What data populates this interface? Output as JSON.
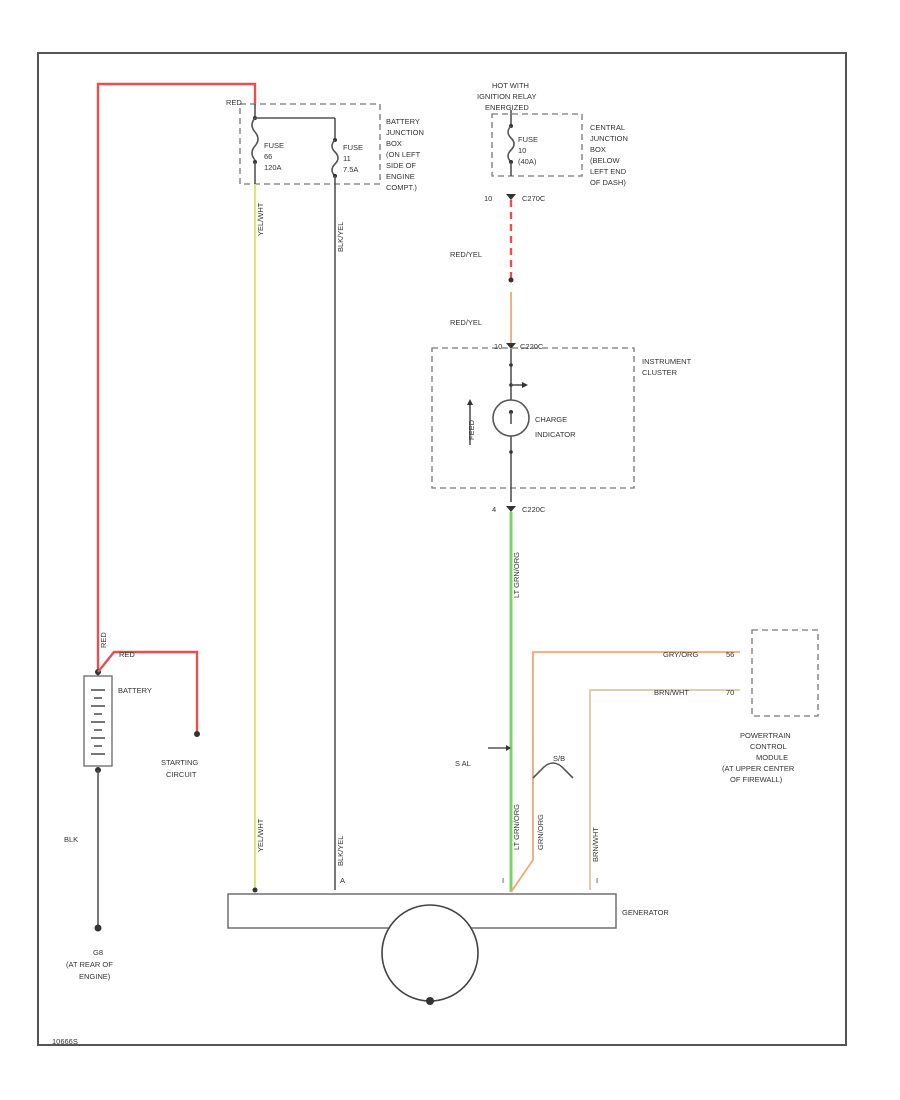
{
  "labels": {
    "battery_junction_box": [
      "BATTERY",
      "JUNCTION",
      "BOX",
      "(ON LEFT",
      "SIDE OF",
      "ENGINE",
      "COMPT.)"
    ],
    "hot_with_ignition": [
      "HOT WITH",
      "IGNITION RELAY",
      "ENERGIZED"
    ],
    "central_junction_box": [
      "CENTRAL",
      "JUNCTION",
      "BOX",
      "(BELOW",
      "LEFT END",
      "OF DASH)"
    ],
    "instrument_cluster": [
      "INSTRUMENT",
      "CLUSTER"
    ],
    "charge_indicator": [
      "CHARGE",
      "INDICATOR"
    ],
    "battery": "BATTERY",
    "starting_circuit": [
      "STARTING",
      "CIRCUIT"
    ],
    "ground": [
      "G8",
      "(AT REAR OF",
      "ENGINE)"
    ],
    "generator": "GENERATOR",
    "powertrain_control_module": [
      "POWERTRAIN",
      "CONTROL",
      "MODULE",
      "(AT UPPER CENTER",
      "OF FIREWALL)"
    ],
    "diagram_id": "10666S"
  },
  "fuses": [
    {
      "lines": [
        "FUSE",
        "66",
        "120A"
      ]
    },
    {
      "lines": [
        "FUSE",
        "11",
        "7.5A"
      ]
    },
    {
      "lines": [
        "FUSE",
        "10",
        "(40A)"
      ]
    }
  ],
  "wires": {
    "red_battery": "RED",
    "red_top": "RED",
    "red_starting": "RED",
    "yel_wht_top": "YEL/WHT",
    "yel_wht_bottom": "YEL/WHT",
    "blk_yel_top": "BLK/YEL",
    "blk_yel_bottom": "BLK/YEL",
    "red_yel_1": "RED/YEL",
    "red_yel_2": "RED/YEL",
    "lt_grn_org_cluster": "LT GRN/ORG",
    "lt_grn_org_gen": "LT GRN/ORG",
    "grn_org_gen": "GRN/ORG",
    "grn_org_pcm": "GRY/ORG",
    "brn_wht_pcm": "BRN/WHT",
    "brn_wht_gen": "BRN/WHT",
    "blk": "BLK"
  },
  "connectors": {
    "c270c": "C270C",
    "c220c": "C220C",
    "c220c_bottom": "C220C",
    "pin_10": "10",
    "pin_10b": "10",
    "pin_4": "4",
    "pin_56": "56",
    "pin_70": "70",
    "pin_a": "A",
    "pin_i": "I"
  },
  "signals": {
    "s_al": "S AL",
    "i": "I"
  }
}
